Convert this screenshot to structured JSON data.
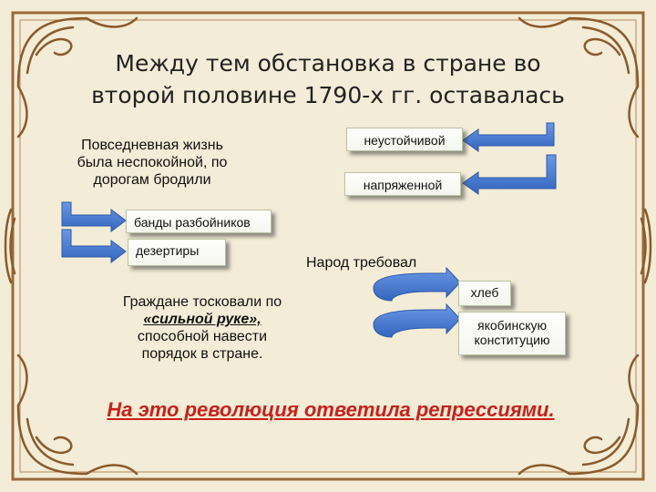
{
  "slide": {
    "title_line1": "Между тем обстановка в стране во",
    "title_line2": "второй половине 1790-х гг. оставалась",
    "left_text": {
      "line1": "Повседневная жизнь",
      "line2": "была неспокойной, по",
      "line3": "дорогам бродили"
    },
    "boxes": {
      "unstable": "неустойчивой",
      "tense": "напряженной",
      "bandits": "банды разбойников",
      "deserters": "дезертиры",
      "bread": "хлеб",
      "constitution_line1": "якобинскую",
      "constitution_line2": "конституцию"
    },
    "people_demanded": "Народ требовал",
    "citizens_text": {
      "line1": "Граждане тосковали по",
      "line2": "«сильной руке»,",
      "line3": "способной навести",
      "line4": "порядок в стране."
    },
    "footer": "На это революция ответила репрессиями.",
    "colors": {
      "background": "#f3ecd6",
      "ornament": "#8b5a2b",
      "arrow_fill": "#4a7bd0",
      "arrow_stroke": "#2d5aa8",
      "footer_text": "#c8211a"
    }
  }
}
